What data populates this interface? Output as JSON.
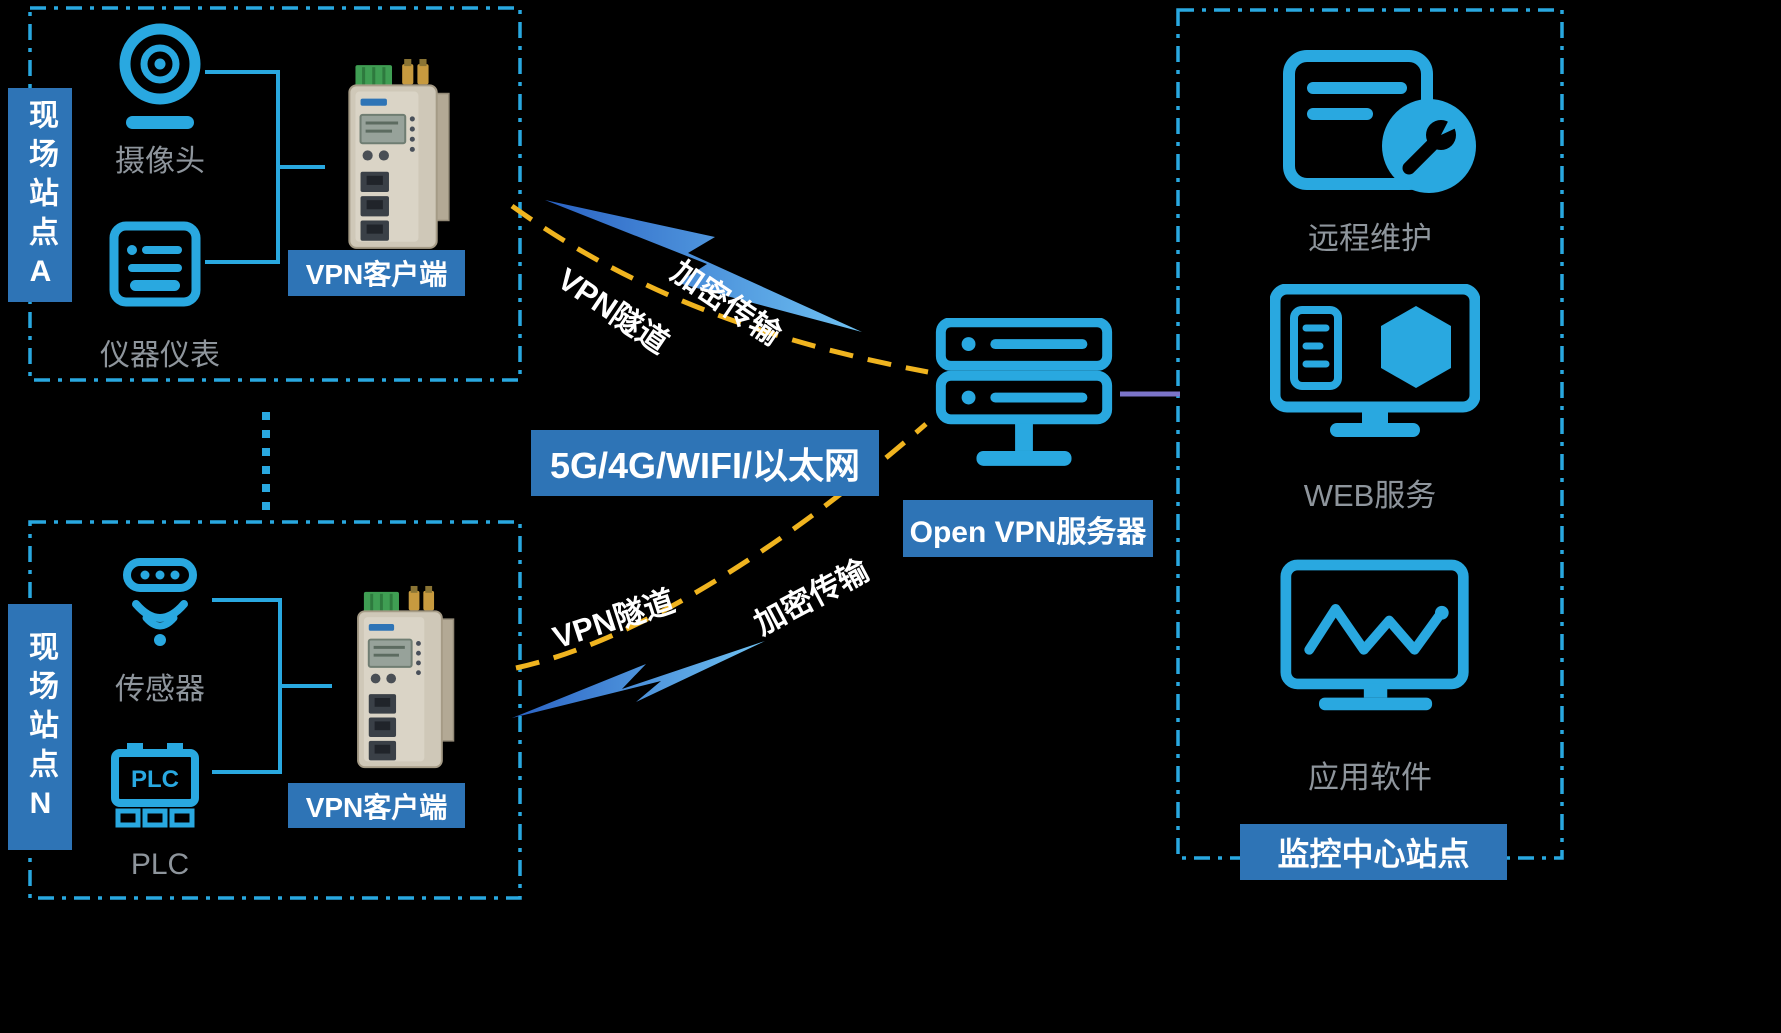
{
  "colors": {
    "accent": "#29a8e0",
    "panel_blue": "#2e74b6",
    "tunnel_yellow": "#f0b41f",
    "device_label_gray": "#8e959c",
    "background": "#000000"
  },
  "site_a": {
    "station_label": "现场站点A",
    "camera_label": "摄像头",
    "instrument_label": "仪器仪表",
    "vpn_client_label": "VPN客户端"
  },
  "site_n": {
    "station_label": "现场站点N",
    "sensor_label": "传感器",
    "plc_label": "PLC",
    "plc_icon_text": "PLC",
    "vpn_client_label": "VPN客户端"
  },
  "network": {
    "band_label": "5G/4G/WIFI/以太网",
    "top_tunnel_label": "VPN隧道",
    "top_encrypt_label": "加密传输",
    "bottom_tunnel_label": "VPN隧道",
    "bottom_encrypt_label": "加密传输",
    "server_label": "Open VPN服务器"
  },
  "monitor_center": {
    "remote_maintenance_label": "远程维护",
    "web_service_label": "WEB服务",
    "app_software_label": "应用软件",
    "box_label": "监控中心站点"
  }
}
